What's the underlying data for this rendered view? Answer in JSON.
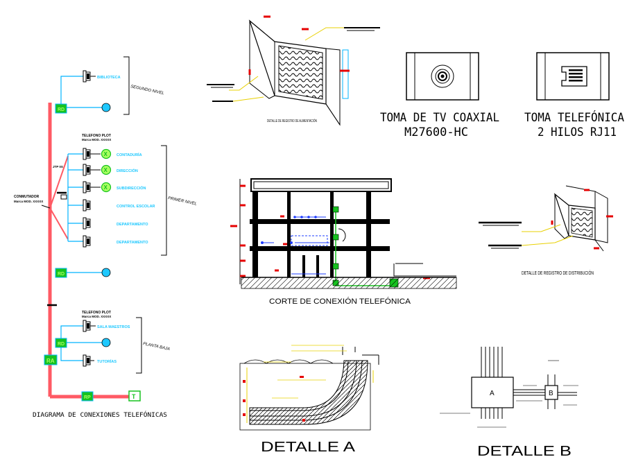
{
  "colors": {
    "line": "#000000",
    "cyan": "#00b4ff",
    "trunk": "#ff5a64",
    "green": "#16c21f",
    "red": "#e60000",
    "yellow": "#e8d000",
    "blue_fill": "#1ec8ff",
    "gray": "#888888"
  },
  "diagram": {
    "title": "DIAGRAMA DE CONEXIONES TELEFÓNICAS",
    "conmutador": "CONMUTADOR",
    "conmutador_model": "Marca MOD. XXXXX",
    "phone_label_upper": "TELEFONO PLOT",
    "phone_label_upper_model": "Marca MOD. XXXXX",
    "phone_label_lower": "TELEFONO PLOT",
    "phone_label_lower_model": "Marca MOD. XXXXX",
    "trunk_note": "JTP 0S",
    "nodes": {
      "rd": "RD",
      "ra": "RA",
      "rp": "RP",
      "t": "T"
    },
    "groups": {
      "segundo": "SEGUNDO NIVEL",
      "primer": "PRIMER NIVEL",
      "planta": "PLANTA BAJA"
    },
    "devices": {
      "biblioteca": "BIBLIOTECA",
      "contaduria": "CONTADURÍA",
      "direccion": "DIRECCIÓN",
      "subdireccion": "SUBDIRECCIÓN",
      "control": "CONTROL ESCOLAR",
      "dep1": "DEPARTAMENTO",
      "dep2": "DEPARTAMENTO",
      "sala": "SALA MAESTROS",
      "tutorias": "TUTORÍAS"
    }
  },
  "registro_alim": {
    "caption": "DETALLE DE REGISTRO DE ALIMENTACIÓN"
  },
  "toma_tv": {
    "line1": "TOMA DE TV COAXIAL",
    "line2": "M27600-HC"
  },
  "toma_tel": {
    "line1": "TOMA TELEFÓNICA",
    "line2": "2 HILOS RJ11"
  },
  "corte": {
    "title": "CORTE DE CONEXIÓN TELEFÓNICA"
  },
  "registro_dist": {
    "caption": "DETALLE DE REGISTRO DE DISTRIBUCIÓN"
  },
  "detalle_a": {
    "title": "DETALLE A"
  },
  "detalle_b": {
    "title": "DETALLE B",
    "box_a": "A",
    "box_b": "B"
  }
}
